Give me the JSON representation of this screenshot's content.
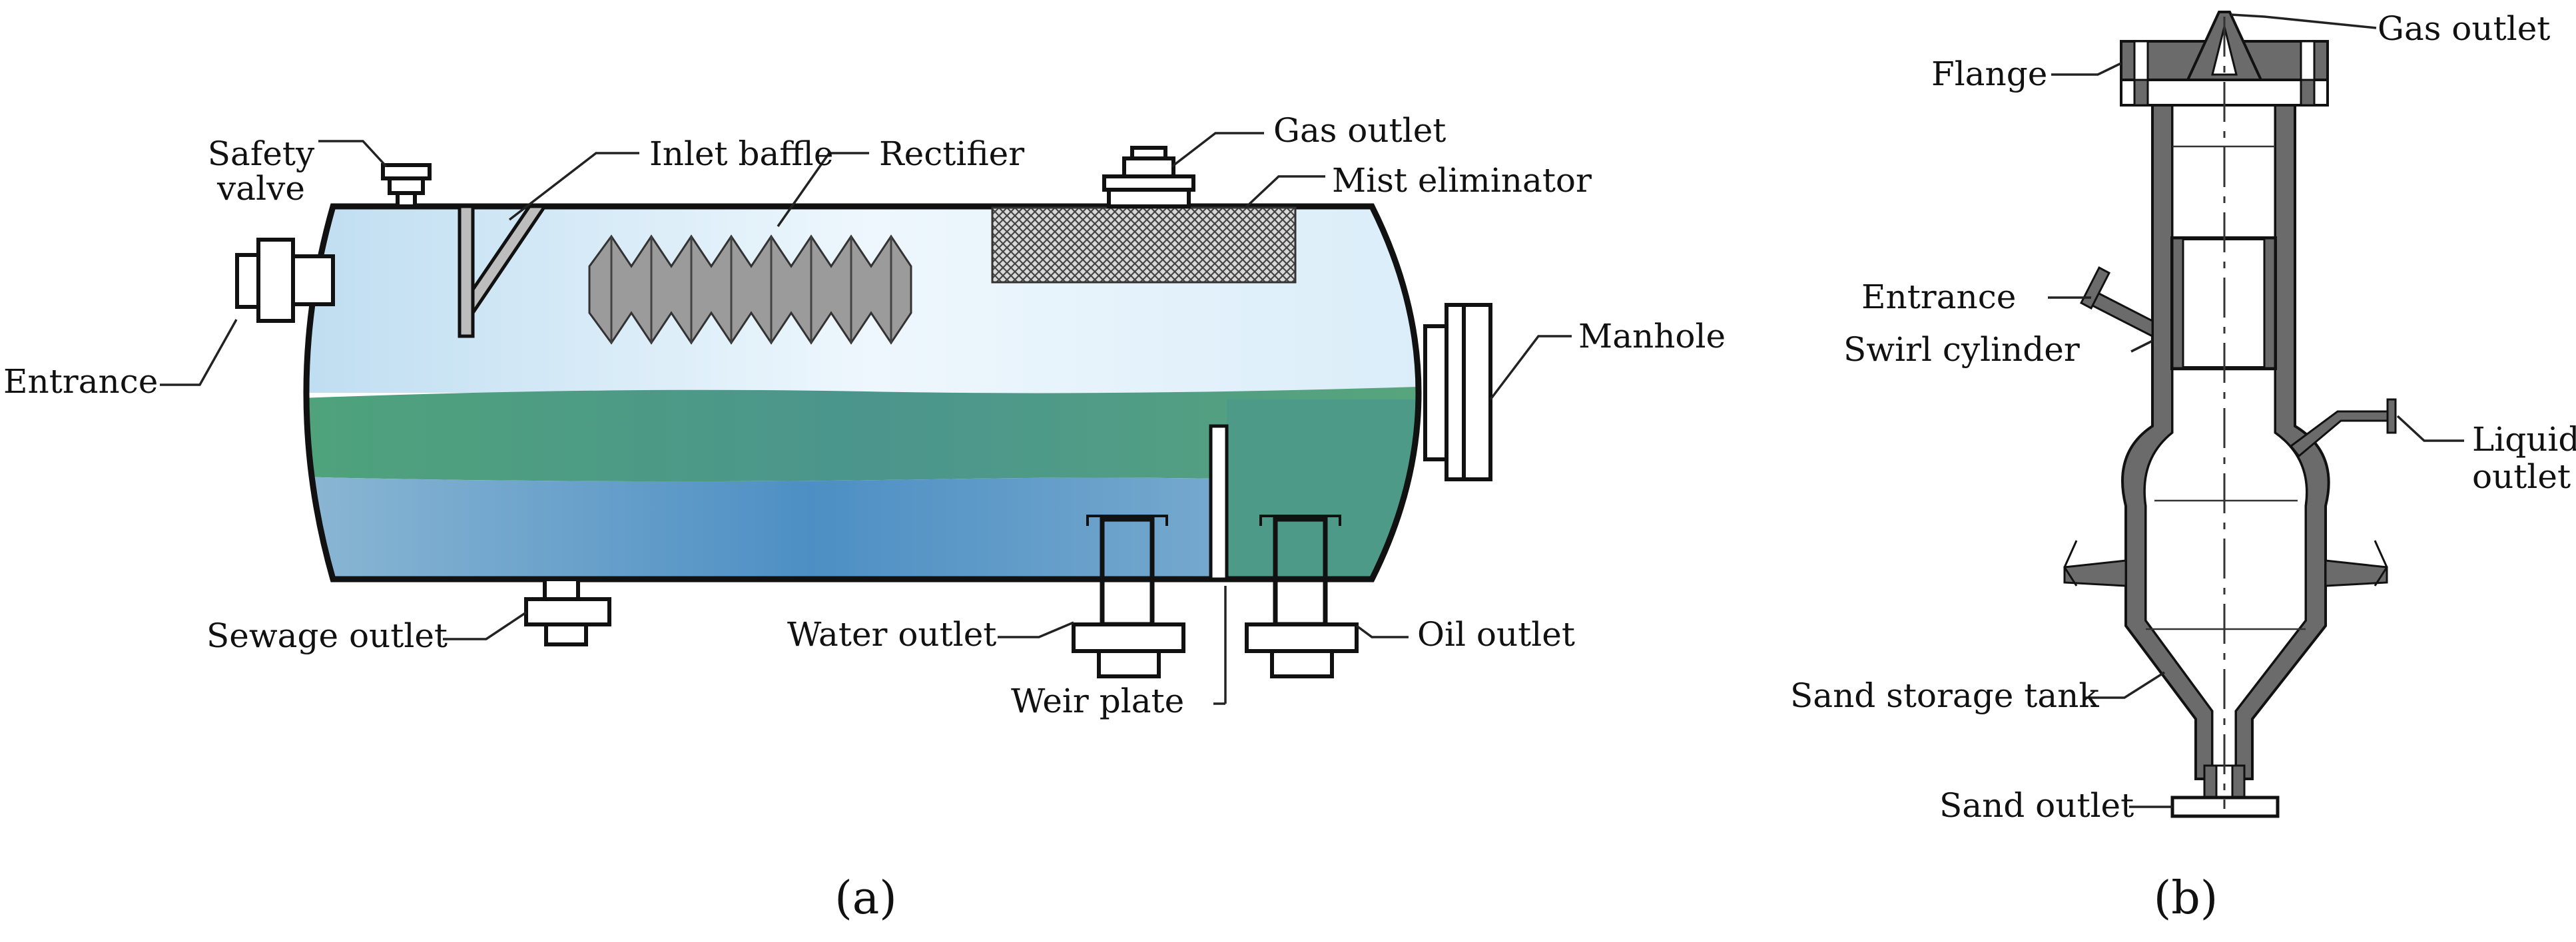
{
  "figure_a": {
    "sublabel": "(a)",
    "labels": {
      "safety_valve_line1": "Safety",
      "safety_valve_line2": "valve",
      "inlet_baffle": "Inlet baffle",
      "rectifier": "Rectifier",
      "gas_outlet": "Gas outlet",
      "mist_eliminator": "Mist eliminator",
      "entrance": "Entrance",
      "manhole": "Manhole",
      "sewage_outlet": "Sewage outlet",
      "water_outlet": "Water outlet",
      "weir_plate": "Weir plate",
      "oil_outlet": "Oil outlet"
    }
  },
  "figure_b": {
    "sublabel": "(b)",
    "labels": {
      "gas_outlet": "Gas outlet",
      "flange": "Flange",
      "entrance": "Entrance",
      "swirl_cylinder": "Swirl cylinder",
      "liquid_outlet_line1": "Liquid",
      "liquid_outlet_line2": "outlet",
      "sand_storage_tank": "Sand storage tank",
      "sand_outlet": "Sand outlet"
    }
  }
}
